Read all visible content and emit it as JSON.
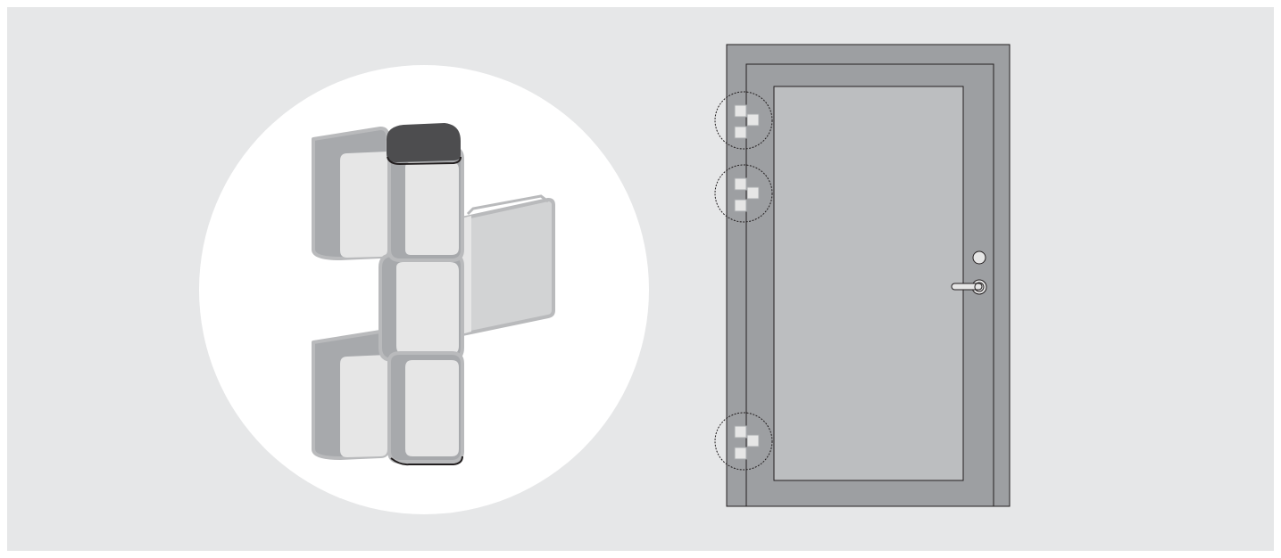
{
  "illustration": {
    "hinge_count": 3,
    "hinge_callouts": [
      "upper",
      "middle",
      "lower"
    ]
  },
  "colors": {
    "background": "#e6e7e8",
    "circle": "#ffffff",
    "hinge_light": "#e6e6e6",
    "hinge_mid": "#d2d3d4",
    "hinge_dark": "#a7a9ac",
    "hinge_outline": "#b9babc",
    "hinge_cap": "#4d4d4f",
    "door_frame": "#9d9fa2",
    "door_panel": "#bcbec0",
    "door_line": "#231f20"
  }
}
